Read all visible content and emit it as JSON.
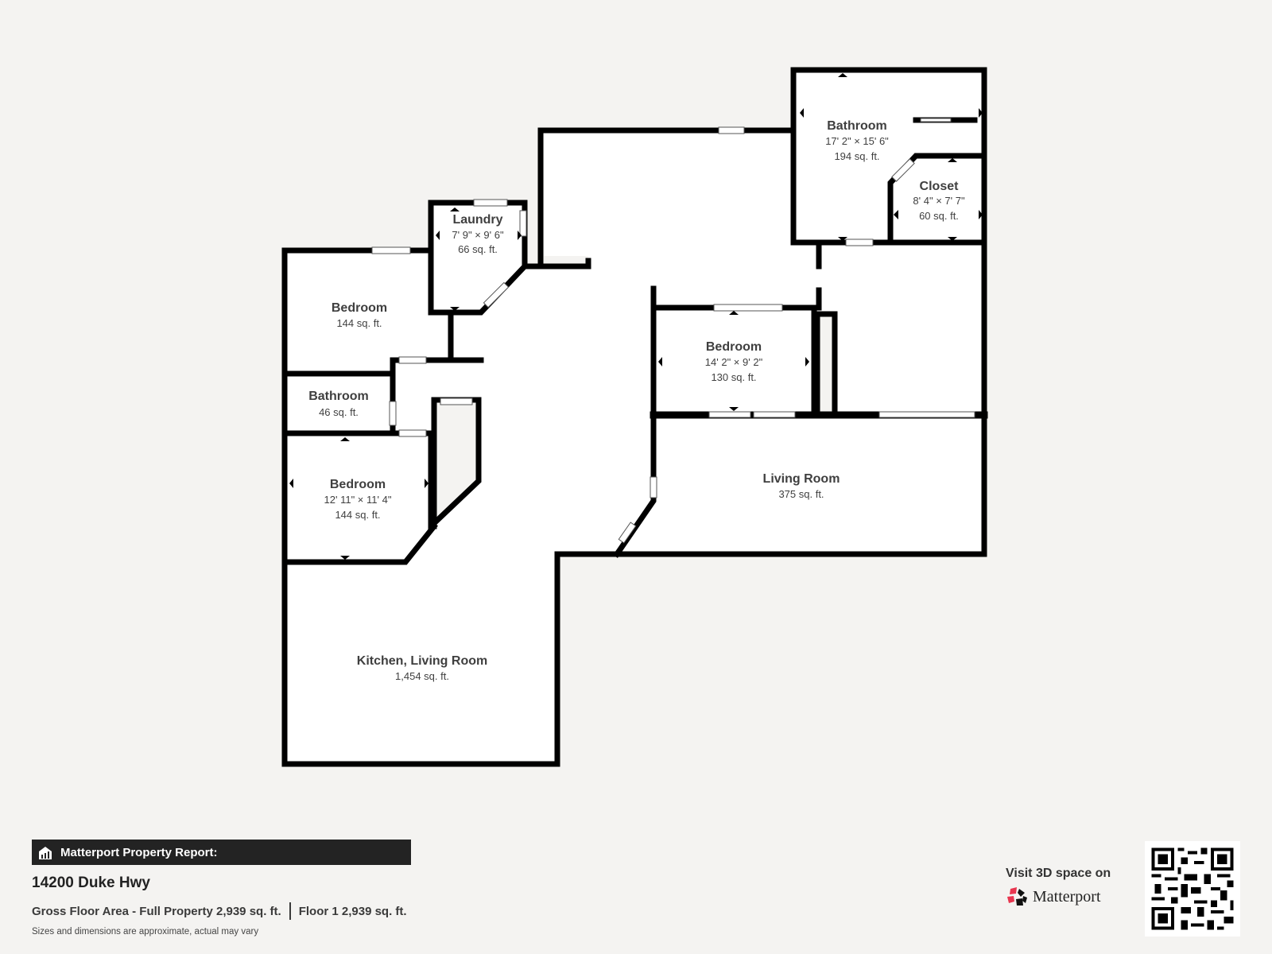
{
  "floorplan": {
    "rooms": [
      {
        "id": "bathroom-master",
        "name": "Bathroom",
        "dims": "17' 2\" × 15' 6\"",
        "area": "194 sq. ft."
      },
      {
        "id": "closet",
        "name": "Closet",
        "dims": "8' 4\" × 7' 7\"",
        "area": "60 sq. ft."
      },
      {
        "id": "laundry",
        "name": "Laundry",
        "dims": "7' 9\" × 9' 6\"",
        "area": "66 sq. ft."
      },
      {
        "id": "bedroom-1",
        "name": "Bedroom",
        "dims": "",
        "area": "144 sq. ft."
      },
      {
        "id": "bathroom-small",
        "name": "Bathroom",
        "dims": "",
        "area": "46 sq. ft."
      },
      {
        "id": "bedroom-2",
        "name": "Bedroom",
        "dims": "12' 11\" × 11' 4\"",
        "area": "144 sq. ft."
      },
      {
        "id": "bedroom-3",
        "name": "Bedroom",
        "dims": "14' 2\" × 9' 2\"",
        "area": "130 sq. ft."
      },
      {
        "id": "living-room",
        "name": "Living Room",
        "dims": "",
        "area": "375 sq. ft."
      },
      {
        "id": "kitchen-living",
        "name": "Kitchen, Living Room",
        "dims": "",
        "area": "1,454 sq. ft."
      }
    ],
    "colors": {
      "wall": "#000000",
      "floor": "#ffffff",
      "background": "#f4f3f1",
      "label": "#3f3f3f"
    }
  },
  "report": {
    "icon": "building-chart-icon",
    "title": "Matterport Property Report:",
    "address": "14200 Duke Hwy",
    "gross_area": "Gross Floor Area - Full Property 2,939 sq. ft.",
    "floor_area": "Floor 1 2,939 sq. ft.",
    "disclaimer": "Sizes and dimensions are approximate, actual may vary"
  },
  "visit": {
    "text": "Visit 3D space on",
    "brand": "Matterport",
    "logo_color": "#e8364f"
  }
}
